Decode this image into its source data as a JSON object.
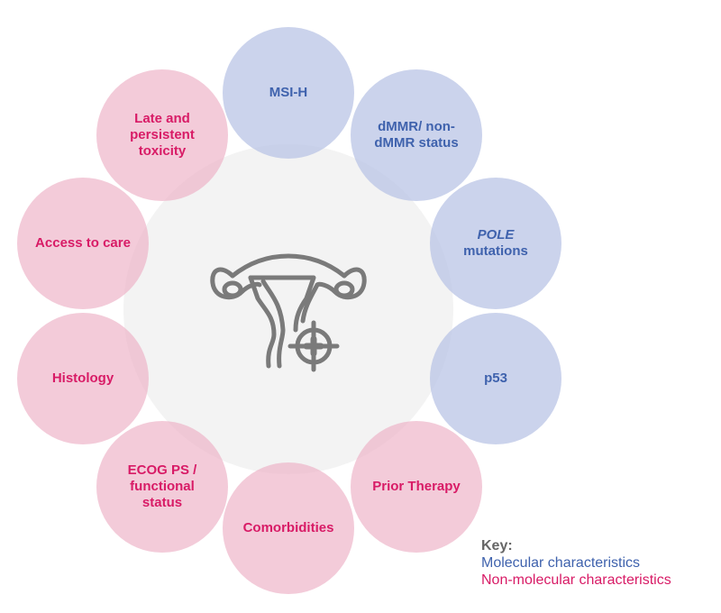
{
  "colors": {
    "molecular_fill": "#c8cfe9",
    "molecular_text": "#3f62ad",
    "non_molecular_fill": "#f3c6d4",
    "non_molecular_text": "#d81b66",
    "center_fill": "#f3f3f3",
    "icon_stroke": "#7a7a7a"
  },
  "center": {
    "icon": "uterus-target-icon"
  },
  "nodes": {
    "msi_h": {
      "label": "MSI-H",
      "category": "molecular"
    },
    "dmmr": {
      "label": "dMMR/ non-dMMR status",
      "category": "molecular"
    },
    "pole": {
      "label_italic": "POLE",
      "label_rest": "mutations",
      "category": "molecular"
    },
    "p53": {
      "label": "p53",
      "category": "molecular"
    },
    "prior_therapy": {
      "label": "Prior Therapy",
      "category": "non-molecular"
    },
    "comorbidities": {
      "label": "Comorbidities",
      "category": "non-molecular"
    },
    "ecog": {
      "label": "ECOG PS / functional status",
      "category": "non-molecular"
    },
    "histology": {
      "label": "Histology",
      "category": "non-molecular"
    },
    "access": {
      "label": "Access to care",
      "category": "non-molecular"
    },
    "late_toxicity": {
      "label": "Late and persistent toxicity",
      "category": "non-molecular"
    }
  },
  "key": {
    "title": "Key:",
    "molecular": "Molecular characteristics",
    "non_molecular": "Non-molecular characteristics"
  }
}
